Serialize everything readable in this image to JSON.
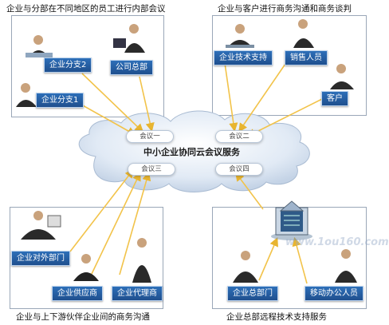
{
  "captions": {
    "top_left": "企业与分部在不同地区的员工进行内部会议",
    "top_right": "企业与客户进行商务沟通和商务谈判",
    "bottom_left": "企业与上下游伙伴企业间的商务沟通",
    "bottom_right": "企业总部远程技术支持服务"
  },
  "cloud": {
    "title": "中小企业协同云会议服务",
    "meetings": [
      "会议一",
      "会议二",
      "会议三",
      "会议四"
    ]
  },
  "nodes": {
    "branch2": "企业分支2",
    "hq": "公司总部",
    "branch1": "企业分支1",
    "tech_support": "企业技术支持",
    "sales": "销售人员",
    "customer": "客户",
    "external_dept": "企业对外部门",
    "supplier": "企业供应商",
    "agent": "企业代理商",
    "hq_dept": "企业总部门",
    "mobile_staff": "移动办公人员"
  },
  "watermark": "www.1ou160.com",
  "colors": {
    "arrow": "#f2c34a",
    "label_bg": "#2563a8",
    "cloud_fill": "#dbe6f2",
    "panel_border": "#9aa7b8"
  }
}
